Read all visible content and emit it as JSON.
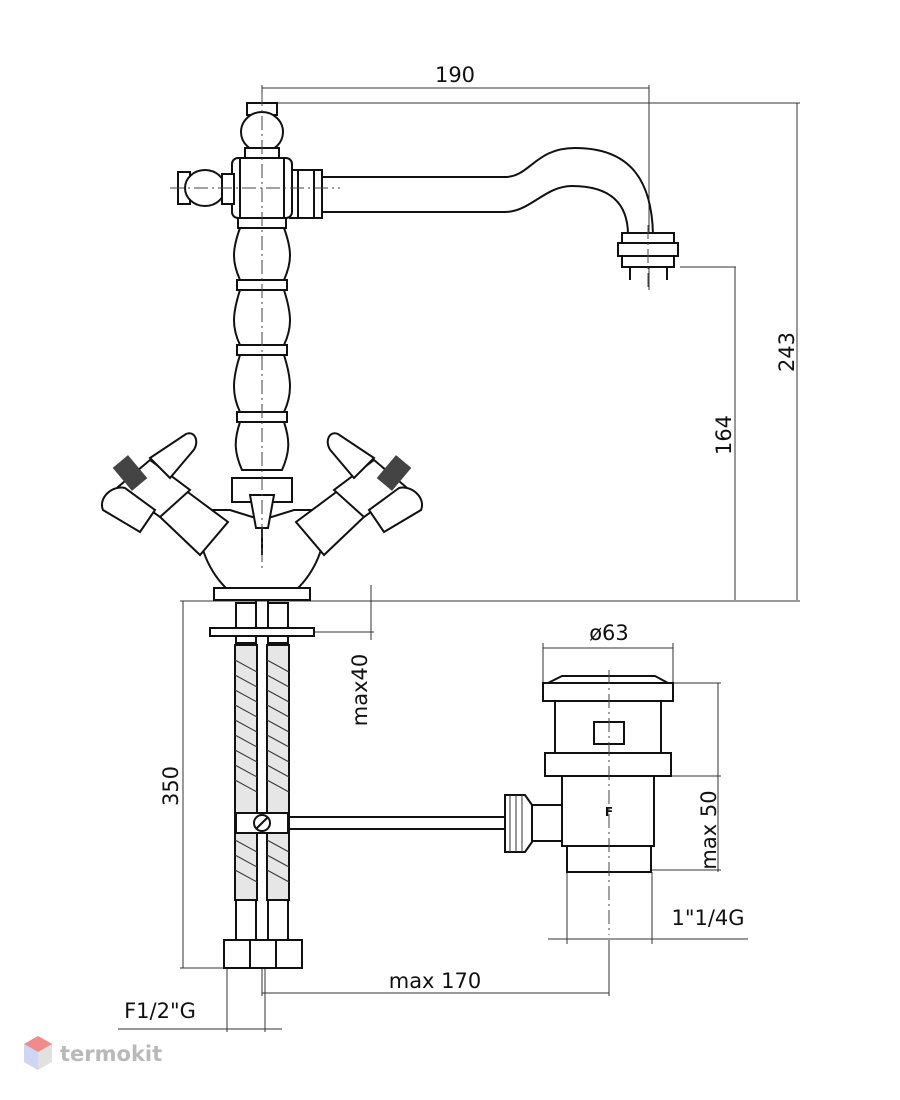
{
  "dimensions": {
    "spout_reach": "190",
    "total_height": "243",
    "spout_height": "164",
    "pipe_length": "350",
    "max_install": "max40",
    "waste_diameter": "ø63",
    "waste_adjust": "max 50",
    "waste_thread": "1\"1/4G",
    "rod_length": "max 170",
    "connection_thread": "F1/2\"G"
  },
  "labels": {
    "waste_mark": "F"
  },
  "brand": {
    "name": "termokit",
    "color": "#b9b9b9",
    "icon": "cube-logo-icon"
  }
}
